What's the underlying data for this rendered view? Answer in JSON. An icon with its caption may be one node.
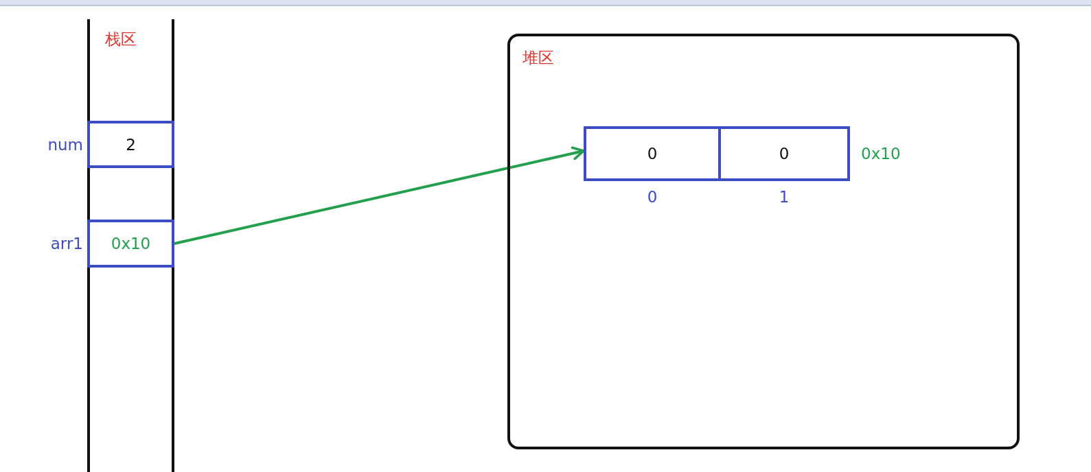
{
  "diagram": {
    "nodes": [
      {
        "text": [
          "栈区"
        ]
      },
      {
        "text": [
          "2"
        ],
        "beside": [
          "num"
        ],
        "in": 0
      },
      {
        "text": [
          "0x10"
        ],
        "beside": [
          "arr1"
        ],
        "in": 0
      },
      {
        "text": [
          "堆区"
        ]
      },
      {
        "text": [],
        "shape": "box",
        "beside": [
          "0x10"
        ],
        "in": 3
      },
      {
        "text": [
          "0"
        ],
        "beside": [
          "0"
        ],
        "in": 4
      },
      {
        "text": [
          "0"
        ],
        "beside": [
          "1"
        ],
        "in": 4
      }
    ],
    "edges": [
      {
        "from": 2,
        "to": 4,
        "arrow": "to"
      }
    ]
  }
}
